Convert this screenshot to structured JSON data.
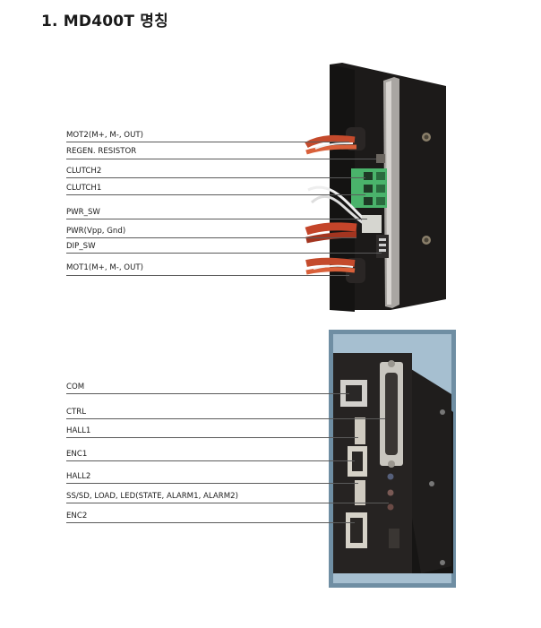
{
  "title": "1. MD400T 명칭",
  "top_labels": [
    "MOT2(M+, M-, OUT)",
    "REGEN. RESISTOR",
    "CLUTCH2",
    "CLUTCH1",
    "PWR_SW",
    "PWR(Vpp, Gnd)",
    "DIP_SW",
    "MOT1(M+, M-, OUT)"
  ],
  "bottom_labels": [
    "COM",
    "CTRL",
    "HALL1",
    "ENC1",
    "HALL2",
    "SS/SD, LOAD, LED(STATE, ALARM1, ALARM2)",
    "ENC2"
  ]
}
